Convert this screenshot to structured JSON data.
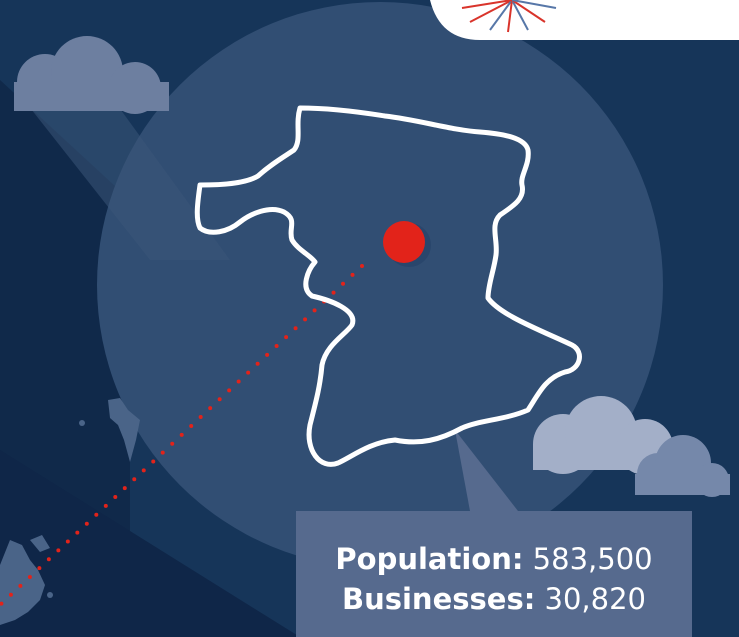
{
  "stats": {
    "population_label": "Population:",
    "population_value": "583,500",
    "businesses_label": "Businesses:",
    "businesses_value": "30,820"
  },
  "colors": {
    "background": "#163559",
    "circle": "#314e73",
    "cloud": "#9aa9c4",
    "stats_box": "#566a8e",
    "marker": "#e2231a",
    "outline": "#ffffff"
  }
}
